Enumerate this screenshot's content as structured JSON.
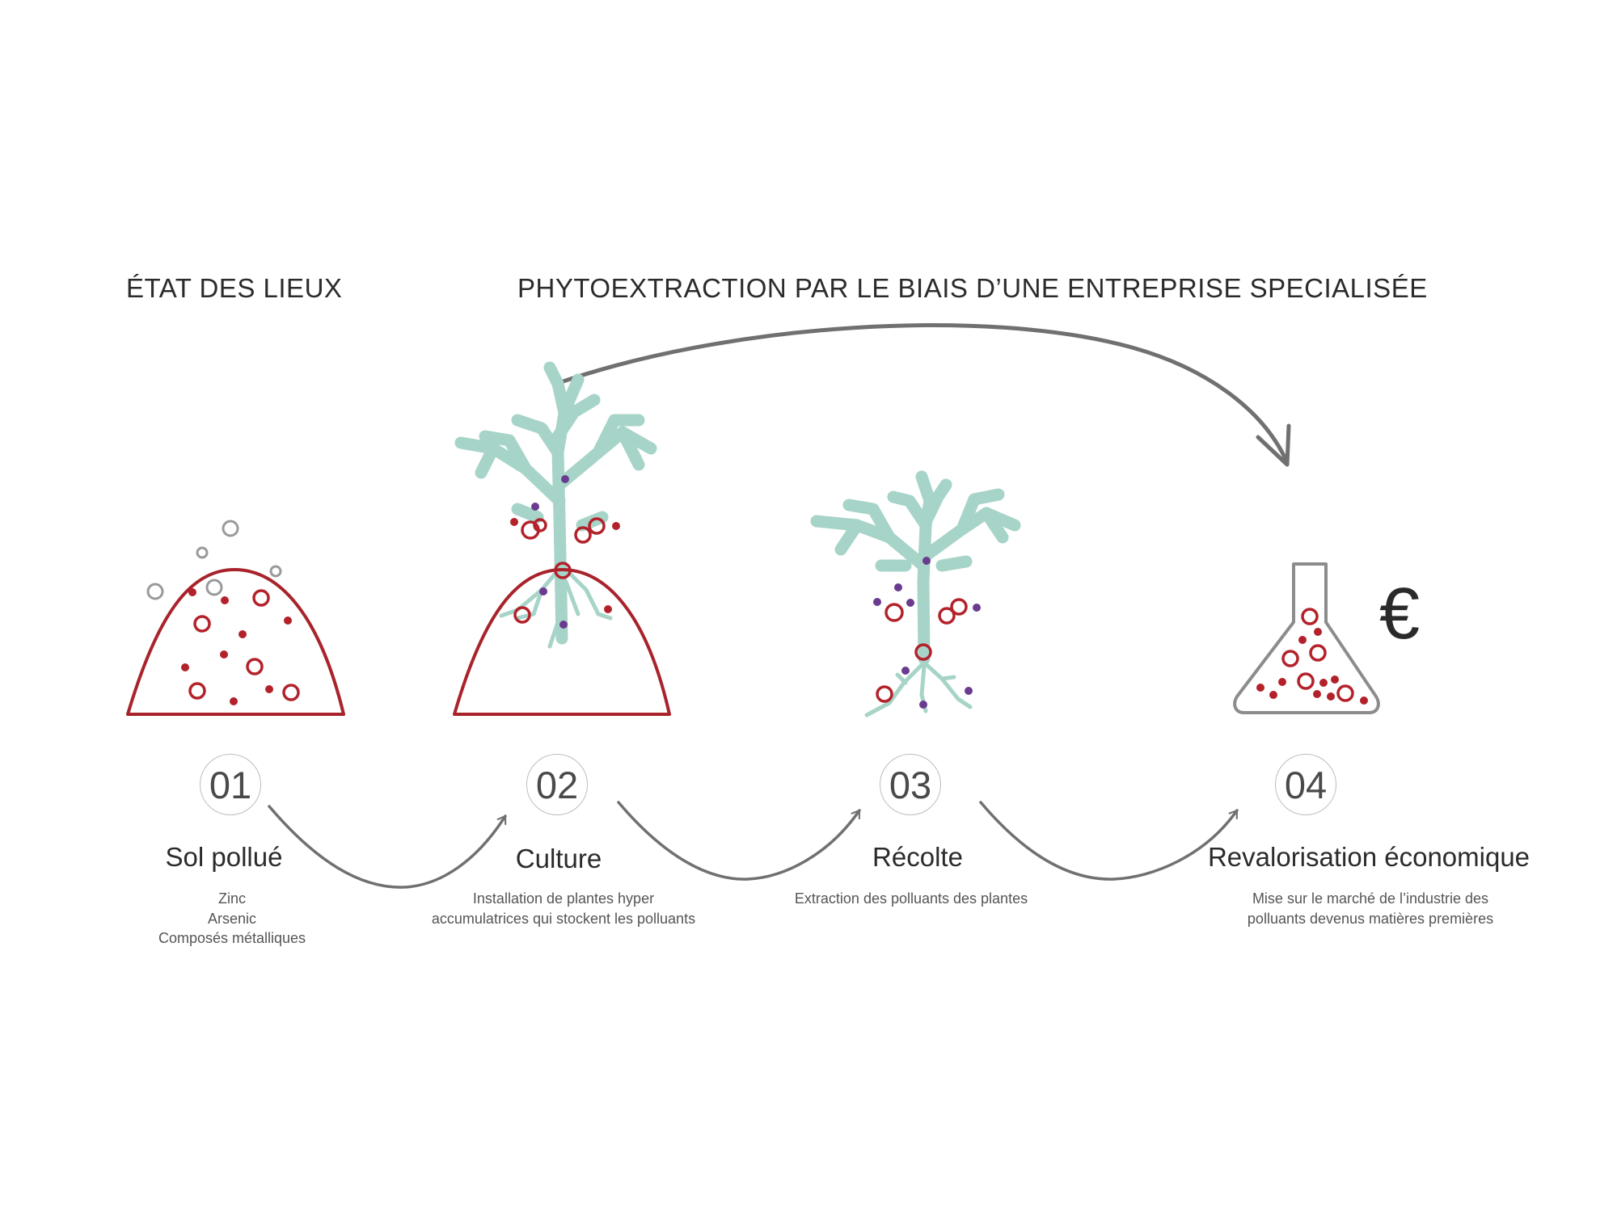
{
  "headings": {
    "left": "ÉTAT DES LIEUX",
    "right": "PHYTOEXTRACTION PAR LE BIAIS D’UNE ENTREPRISE SPECIALISÉE"
  },
  "colors": {
    "soil_outline": "#a8232b",
    "pollutant": "#b3222b",
    "pollutant_gray": "#9a9a9a",
    "plant": "#a7d4c8",
    "plant_dot": "#6b3b8f",
    "arrow": "#707070",
    "flask": "#8c8c8c",
    "euro": "#2a2a2a"
  },
  "steps": [
    {
      "number": "01",
      "title": "Sol pollué",
      "description": [
        "Zinc",
        "Arsenic",
        "Composés métalliques"
      ],
      "icon": "polluted-soil-mound-icon"
    },
    {
      "number": "02",
      "title": "Culture",
      "description": [
        "Installation de plantes hyper",
        "accumulatrices qui stockent les polluants"
      ],
      "icon": "plant-on-soil-icon"
    },
    {
      "number": "03",
      "title": "Récolte",
      "description": [
        "Extraction des polluants des plantes"
      ],
      "icon": "harvested-plant-icon"
    },
    {
      "number": "04",
      "title": "Revalorisation économique",
      "description": [
        "Mise sur le marché de l’industrie des",
        "polluants devenus matières premières"
      ],
      "icon": "flask-euro-icon"
    }
  ],
  "euro_symbol": "€"
}
